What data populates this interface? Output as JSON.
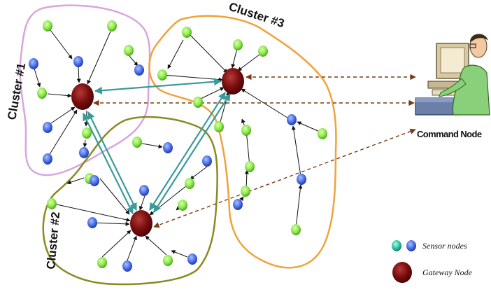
{
  "clusters": [
    {
      "label": "Cluster #1",
      "outline_color": "#d8a6dc"
    },
    {
      "label": "Cluster #2",
      "outline_color": "#8a8a22"
    },
    {
      "label": "Cluster #3",
      "outline_color": "#f0a33a"
    }
  ],
  "command_node": {
    "label": "Command Node",
    "icon": "computer-user-icon"
  },
  "legend": {
    "sensor_label": "Sensor nodes",
    "gateway_label": "Gateway Node"
  },
  "colors": {
    "sensor_green": "#8fe84a",
    "sensor_blue": "#4a6fe8",
    "gateway": "#7a0d0d",
    "inter_gateway_link": "#3a9a9a",
    "command_link": "#8b4a1c"
  }
}
